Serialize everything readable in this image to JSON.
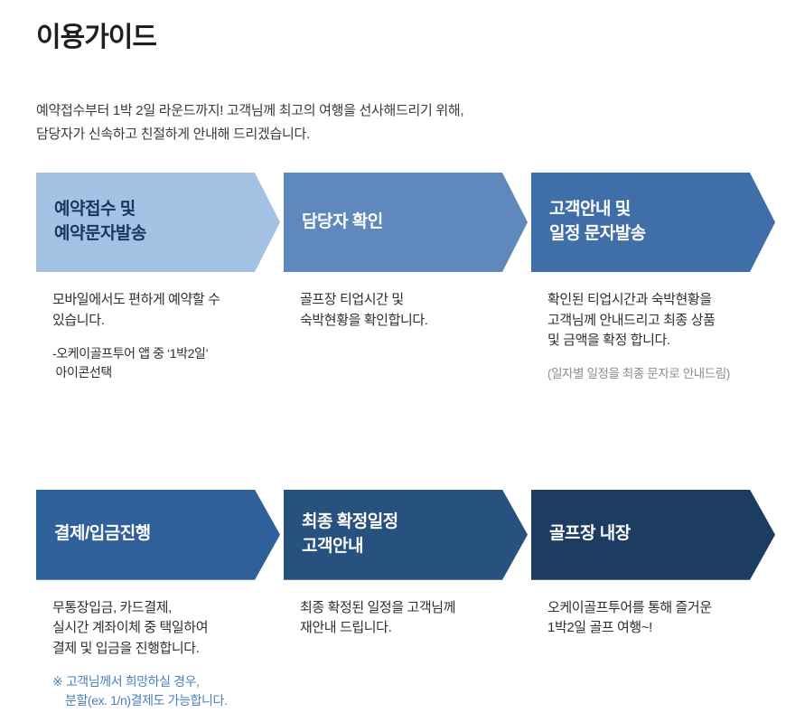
{
  "header": {
    "title": "이용가이드",
    "intro": "예약접수부터 1박 2일 라운드까지! 고객님께 최고의 여행을 선사해드리기 위해,\n담당자가 신속하고 친절하게 안내해 드리겠습니다."
  },
  "colors": {
    "step1_bg": "#a4c2e4",
    "step1_label": "#17375f",
    "step2_bg": "#5f88bc",
    "step3_bg": "#3f6ea9",
    "step4_bg": "#30609a",
    "step5_bg": "#27517e",
    "step6_bg": "#1d3c62",
    "label_light": "#ffffff",
    "body_text": "#2f2f2f",
    "note_gray": "#8e8e8e",
    "note_blue": "#4a7fc0"
  },
  "row1": {
    "steps": [
      {
        "label": "예약접수 및\n예약문자발송",
        "desc": "모바일에서도 편하게 예약할 수\n있습니다.",
        "note": "-오케이골프투어 앱 중 ‘1박2일’\n 아이콘선택"
      },
      {
        "label": "담당자 확인",
        "desc": "골프장 티업시간 및\n숙박현황을 확인합니다."
      },
      {
        "label": "고객안내 및\n일정 문자발송",
        "desc": "확인된 티업시간과 숙박현황을\n고객님께 안내드리고 최종 상품\n및 금액을 확정 합니다.",
        "note": "(일자별 일정을 최종 문자로 안내드림)"
      }
    ]
  },
  "row2": {
    "steps": [
      {
        "label": "결제/입금진행",
        "desc": "무통장입금, 카드결제,\n실시간 계좌이체 중 택일하여\n결제 및 입금을 진행합니다.",
        "note": "※ 고객님께서 희망하실 경우,\n    분할(ex. 1/n)결제도 가능합니다."
      },
      {
        "label": "최종 확정일정\n고객안내",
        "desc": "최종 확정된 일정을 고객님께\n재안내 드립니다."
      },
      {
        "label": "골프장 내장",
        "desc": "오케이골프투어를 통해 즐거운\n1박2일 골프 여행~!"
      }
    ]
  }
}
